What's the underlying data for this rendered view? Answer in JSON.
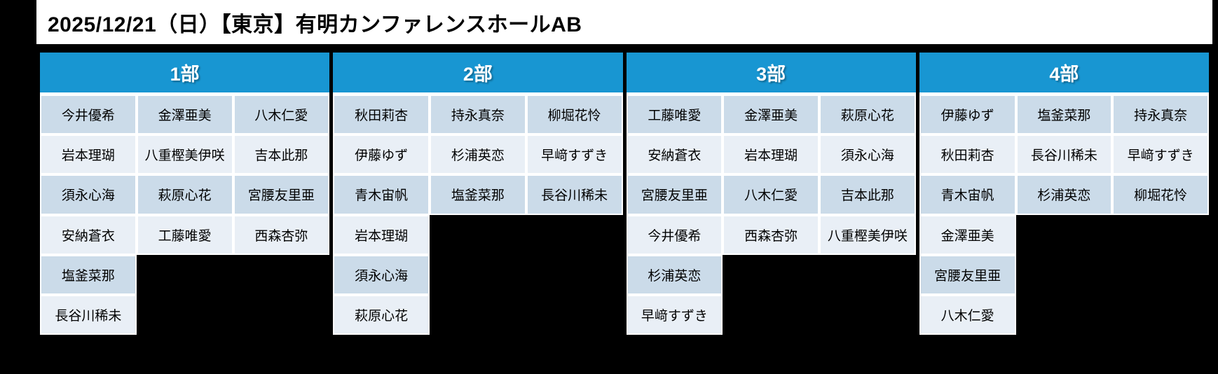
{
  "title": "2025/12/21（日）【東京】有明カンファレンスホールAB",
  "colors": {
    "page_background": "#000000",
    "title_background": "#ffffff",
    "title_text": "#000000",
    "header_blue": "#1896D2",
    "header_text": "#ffffff",
    "row_odd": "#cbdbe9",
    "row_even": "#e9eff6",
    "gap_white": "#ffffff",
    "cell_text": "#000000"
  },
  "sections": [
    {
      "label": "1部",
      "rows": [
        [
          "今井優希",
          "金澤亜美",
          "八木仁愛"
        ],
        [
          "岩本理瑚",
          "八重樫美伊咲",
          "吉本此那"
        ],
        [
          "須永心海",
          "萩原心花",
          "宮腰友里亜"
        ],
        [
          "安納蒼衣",
          "工藤唯愛",
          "西森杏弥"
        ],
        [
          "塩釜菜那",
          "",
          ""
        ],
        [
          "長谷川稀未",
          "",
          ""
        ]
      ]
    },
    {
      "label": "2部",
      "rows": [
        [
          "秋田莉杏",
          "持永真奈",
          "柳堀花怜"
        ],
        [
          "伊藤ゆず",
          "杉浦英恋",
          "早﨑すずき"
        ],
        [
          "青木宙帆",
          "塩釜菜那",
          "長谷川稀未"
        ],
        [
          "岩本理瑚",
          "",
          ""
        ],
        [
          "須永心海",
          "",
          ""
        ],
        [
          "萩原心花",
          "",
          ""
        ]
      ]
    },
    {
      "label": "3部",
      "rows": [
        [
          "工藤唯愛",
          "金澤亜美",
          "萩原心花"
        ],
        [
          "安納蒼衣",
          "岩本理瑚",
          "須永心海"
        ],
        [
          "宮腰友里亜",
          "八木仁愛",
          "吉本此那"
        ],
        [
          "今井優希",
          "西森杏弥",
          "八重樫美伊咲"
        ],
        [
          "杉浦英恋",
          "",
          ""
        ],
        [
          "早﨑すずき",
          "",
          ""
        ]
      ]
    },
    {
      "label": "4部",
      "rows": [
        [
          "伊藤ゆず",
          "塩釜菜那",
          "持永真奈"
        ],
        [
          "秋田莉杏",
          "長谷川稀未",
          "早﨑すずき"
        ],
        [
          "青木宙帆",
          "杉浦英恋",
          "柳堀花怜"
        ],
        [
          "金澤亜美",
          "",
          ""
        ],
        [
          "宮腰友里亜",
          "",
          ""
        ],
        [
          "八木仁愛",
          "",
          ""
        ]
      ]
    }
  ]
}
